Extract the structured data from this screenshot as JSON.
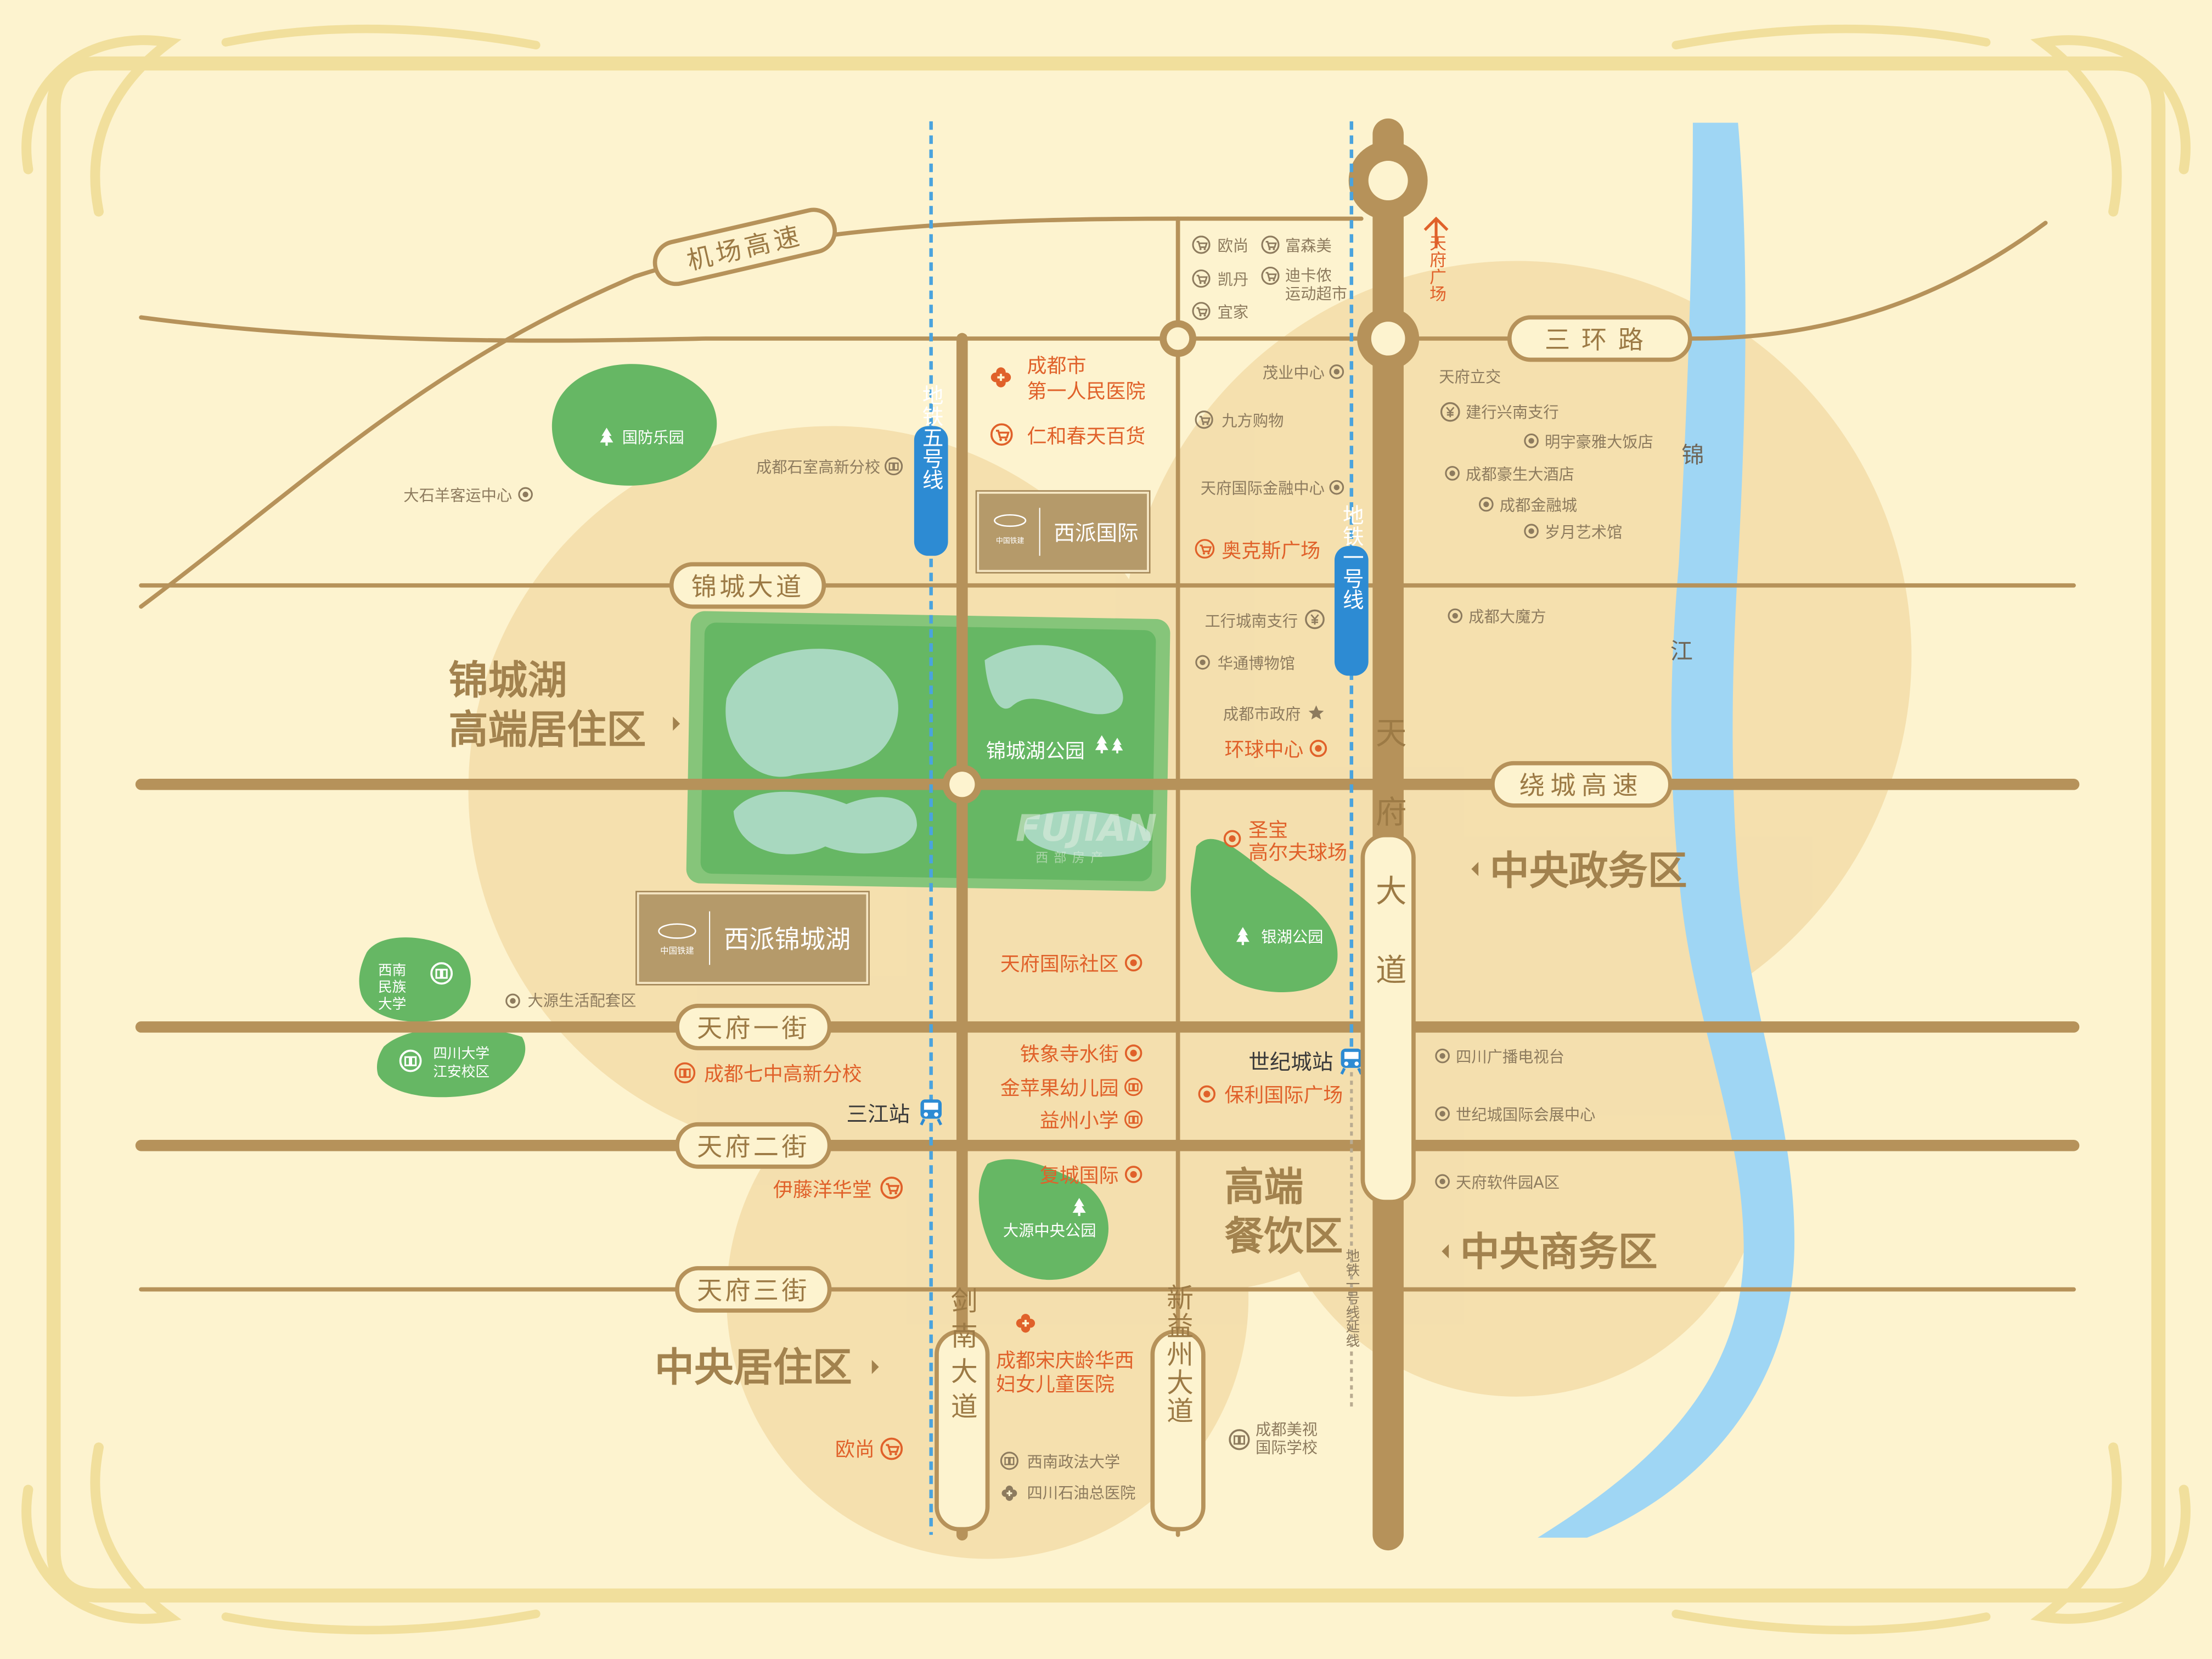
{
  "roads": {
    "airport_expressway": "机场高速",
    "third_ring": "三环路",
    "jincheng_avenue": "锦城大道",
    "ring_expressway": "绕城高速",
    "tianfu_1st": "天府一街",
    "tianfu_2nd": "天府二街",
    "tianfu_3rd": "天府三街",
    "jiannan_avenue": "剑南大道",
    "xinyizhou_avenue": "新益州大道",
    "tianfu_avenue": "天府大道"
  },
  "metro": {
    "line5": "地铁五号线",
    "line1": "地铁一号线",
    "line1_ext": "地铁一号线延线",
    "sanjiang_station": "三江站",
    "shijicheng_station": "世纪城站"
  },
  "river": "锦江",
  "direction_tianfu_square": "天府广场",
  "projects": {
    "brand": "中国铁建",
    "xipai_international": "西派国际",
    "xipai_jinchenghu": "西派锦城湖"
  },
  "parks": {
    "guofang_park": "国防乐园",
    "jinchenghu_park": "锦城湖公园",
    "yinhu_park": "银湖公园",
    "dayuan_central_park": "大源中央公园"
  },
  "campuses": {
    "southwest_minzu": "西南民族大学",
    "sichuan_jiangan": "四川大学江安校区"
  },
  "districts": {
    "jinchenghu_residential_line1": "锦城湖",
    "jinchenghu_residential_line2": "高端居住区",
    "central_government": "中央政务区",
    "high_end_dining_line1": "高端",
    "high_end_dining_line2": "餐饮区",
    "central_business": "中央商务区",
    "central_residential": "中央居住区"
  },
  "pois": {
    "ou_shang_top": "欧尚",
    "fusenmei": "富森美",
    "kaidan": "凯丹",
    "decathlon_line1": "迪卡侬",
    "decathlon_line2": "运动超市",
    "ikea": "宜家",
    "first_hospital_line1": "成都市",
    "first_hospital_line2": "第一人民医院",
    "renhechun": "仁和春天百货",
    "maoye": "茂业中心",
    "jiufang": "九方购物",
    "tifc": "天府国际金融中心",
    "okes": "奥克斯广场",
    "icbc": "工行城南支行",
    "huatong_museum": "华通博物馆",
    "city_gov": "成都市政府",
    "global_center": "环球中心",
    "shishi_school": "成都石室高新分校",
    "dashi_bus": "大石羊客运中心",
    "tianfu_lijiao": "天府立交",
    "ccb": "建行兴南支行",
    "mingyu": "明宇豪雅大饭店",
    "haosheng": "成都豪生大酒店",
    "financial_city": "成都金融城",
    "suiyue": "岁月艺术馆",
    "rubik": "成都大魔方",
    "shengbao_line1": "圣宝",
    "shengbao_line2": "高尔夫球场",
    "tianfu_intl_community": "天府国际社区",
    "dayuan_life": "大源生活配套区",
    "qizhong": "成都七中高新分校",
    "tiexiang": "铁象寺水街",
    "jinpingguo": "金苹果幼儿园",
    "yizhou_primary": "益州小学",
    "poly": "保利国际广场",
    "sichuan_tv": "四川广播电视台",
    "expo": "世纪城国际会展中心",
    "software_park": "天府软件园A区",
    "ito_yokado": "伊藤洋华堂",
    "fucheng": "复城国际",
    "songqingling_line1": "成都宋庆龄华西",
    "songqingling_line2": "妇女儿童医院",
    "ou_shang_bottom": "欧尚",
    "swupl": "西南政法大学",
    "petro_hospital": "四川石油总医院",
    "meishi_line1": "成都美视",
    "meishi_line2": "国际学校"
  },
  "watermark": {
    "main": "FUJIAN",
    "sub": "西部房产"
  },
  "colors": {
    "background": "#fdf3cf",
    "road": "#b6925a",
    "road_label_text": "#9c7a45",
    "circle": "#f1d9a3",
    "park": "#66b764",
    "lake": "#a8d8bf",
    "river": "#9fd6f4",
    "metro": "#4aa3de",
    "poi_orange": "#e0612a",
    "poi_gray": "#8d7b5e",
    "district": "#a2824e"
  }
}
